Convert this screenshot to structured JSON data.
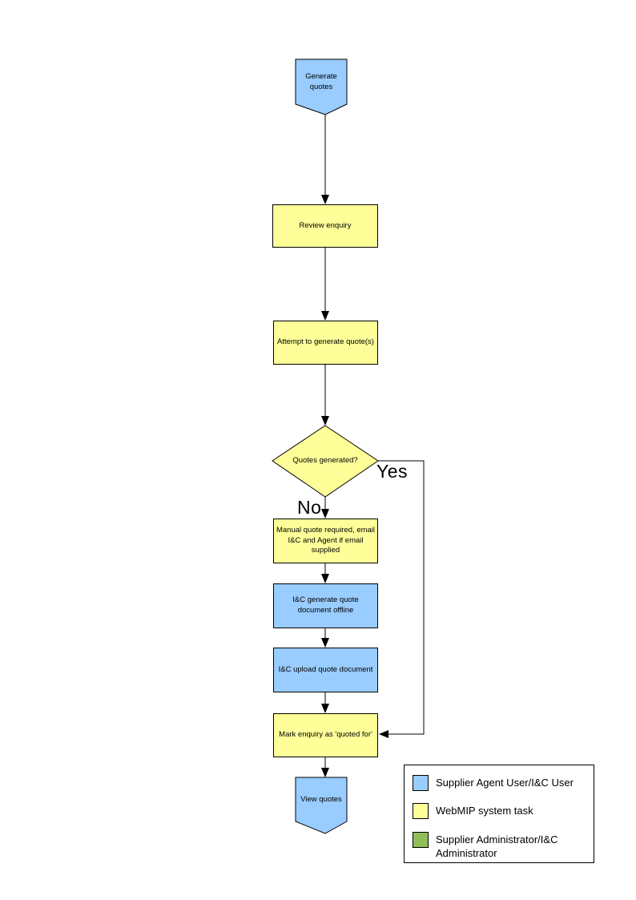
{
  "colors": {
    "actor_blue": "#99CCFF",
    "system_yellow": "#FFFF99",
    "admin_green": "#92BE56",
    "line_black": "#000000"
  },
  "flowchart": {
    "nodes": {
      "start": {
        "type": "off-page-connector",
        "label": "Generate quotes",
        "role": "Supplier Agent User/I&C User"
      },
      "review_enquiry": {
        "type": "process",
        "label": "Review enquiry",
        "role": "WebMIP system task"
      },
      "attempt_generate": {
        "type": "process",
        "label": "Attempt to generate quote(s)",
        "role": "WebMIP system task"
      },
      "quotes_generated": {
        "type": "decision",
        "label": "Quotes generated?",
        "role": "WebMIP system task"
      },
      "manual_quote": {
        "type": "process",
        "label": "Manual quote required, email I&C and Agent if email supplied",
        "role": "WebMIP system task"
      },
      "generate_offline": {
        "type": "process",
        "label": "I&C generate quote document offline",
        "role": "Supplier Agent User/I&C User"
      },
      "upload_document": {
        "type": "process",
        "label": "I&C upload quote document",
        "role": "Supplier Agent User/I&C User"
      },
      "mark_quoted": {
        "type": "process",
        "label": "Mark enquiry as 'quoted for'",
        "role": "WebMIP system task"
      },
      "end": {
        "type": "off-page-connector",
        "label": "View quotes",
        "role": "Supplier Agent User/I&C User"
      }
    },
    "branch_labels": {
      "yes": "Yes",
      "no": "No"
    }
  },
  "legend": {
    "items": [
      {
        "color": "#99CCFF",
        "label": "Supplier Agent User/I&C User"
      },
      {
        "color": "#FFFF99",
        "label": "WebMIP system task"
      },
      {
        "color": "#92BE56",
        "label": "Supplier Administrator/I&C Administrator"
      }
    ]
  }
}
